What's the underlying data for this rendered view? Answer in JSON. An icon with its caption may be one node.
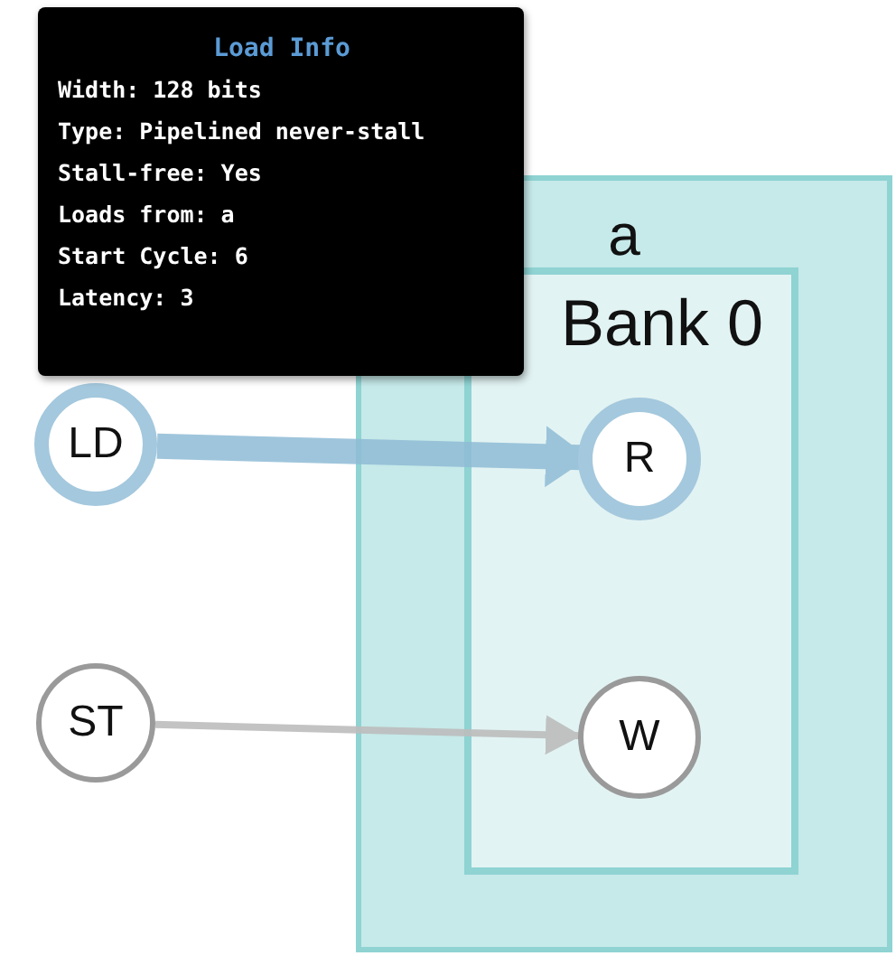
{
  "diagram": {
    "nodes": [
      {
        "text": [
          "Load Info",
          "Width: 128 bits",
          "Type: Pipelined never-stall",
          "Stall-free: Yes",
          "Loads from: a",
          "Start Cycle: 6",
          "Latency: 3"
        ]
      },
      {
        "text": [
          "a"
        ]
      },
      {
        "text": [
          "Bank 0"
        ],
        "in": 1
      },
      {
        "text": [
          "R"
        ],
        "in": 2
      },
      {
        "text": [
          "W"
        ],
        "in": 2
      },
      {
        "text": [
          "LD"
        ]
      },
      {
        "text": [
          "ST"
        ]
      }
    ],
    "edges": [
      {
        "from": 5,
        "to": 3,
        "arrow": "to",
        "style": "thick",
        "color": "#8fbcd6"
      },
      {
        "from": 6,
        "to": 4,
        "arrow": "to"
      }
    ]
  }
}
